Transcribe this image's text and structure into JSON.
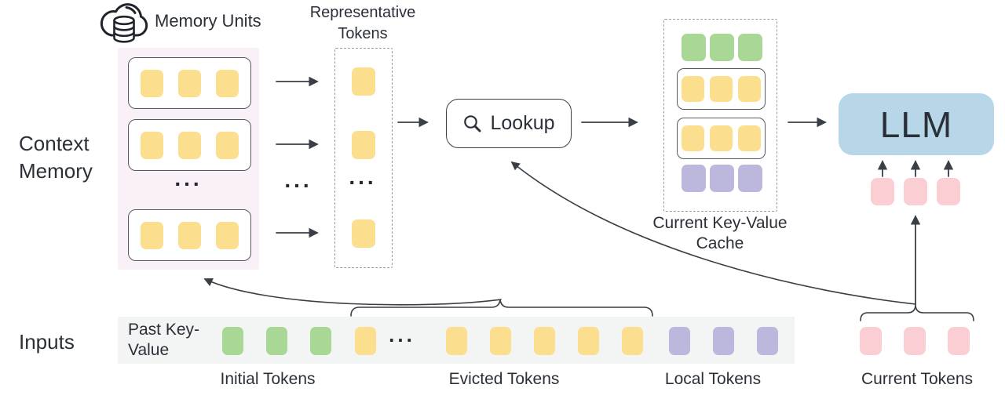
{
  "labels": {
    "context_memory": "Context Memory",
    "memory_units": "Memory Units",
    "representative_tokens": "Representative Tokens",
    "lookup": "Lookup",
    "current_kv_cache": "Current Key-Value Cache",
    "llm": "LLM",
    "inputs": "Inputs",
    "past_key_value": "Past Key-Value",
    "initial_tokens": "Initial Tokens",
    "evicted_tokens": "Evicted Tokens",
    "local_tokens": "Local Tokens",
    "current_tokens": "Current Tokens",
    "ellipsis": "..."
  },
  "colors": {
    "yellow": "#FBDE8E",
    "green": "#A9D795",
    "purple": "#BCB8DD",
    "pink": "#FBCED4",
    "blue_llm": "#B7D7E9",
    "memory_bg": "#FAF0F7",
    "inputs_bg": "#F3F4F4",
    "line": "#3A3F45",
    "text": "#2B3038"
  },
  "tokens": {
    "memory_unit_1": {
      "color": "yellow",
      "count": 3
    },
    "memory_unit_2": {
      "color": "yellow",
      "count": 3
    },
    "memory_unit_3": {
      "color": "yellow",
      "count": 3
    },
    "rep_1": {
      "color": "yellow",
      "count": 1
    },
    "rep_2": {
      "color": "yellow",
      "count": 1
    },
    "rep_3": {
      "color": "yellow",
      "count": 1
    },
    "cache_green": {
      "color": "green",
      "count": 3
    },
    "cache_yellow_1": {
      "color": "yellow",
      "count": 3
    },
    "cache_yellow_2": {
      "color": "yellow",
      "count": 3
    },
    "cache_purple": {
      "color": "purple",
      "count": 3
    },
    "llm_current": {
      "color": "pink",
      "count": 3
    },
    "input_initial": {
      "color": "green",
      "count": 3
    },
    "input_evicted_a": {
      "color": "yellow",
      "count": 1
    },
    "input_evicted_b": {
      "color": "yellow",
      "count": 5
    },
    "input_local": {
      "color": "purple",
      "count": 3
    },
    "input_current": {
      "color": "pink",
      "count": 3
    }
  }
}
